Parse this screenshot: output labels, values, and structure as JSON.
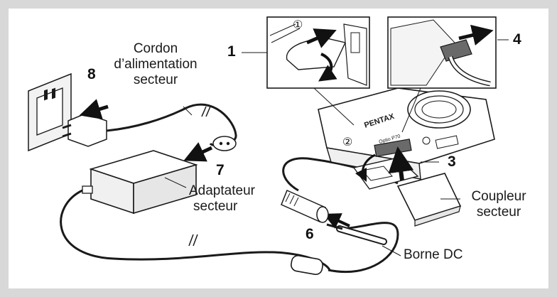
{
  "labels": {
    "power_cord_l1": "Cordon",
    "power_cord_l2": "d’alimentation",
    "power_cord_l3": "secteur",
    "adapter_l1": "Adaptateur",
    "adapter_l2": "secteur",
    "coupler_l1": "Coupleur",
    "coupler_l2": "secteur",
    "dc_terminal": "Borne DC",
    "camera_brand": "PENTAX",
    "camera_model": "Optio P70"
  },
  "steps": {
    "s1": "1",
    "s3": "3",
    "s4": "4",
    "s6": "6",
    "s7": "7",
    "s8": "8",
    "circle1": "①",
    "circle2": "②"
  },
  "colors": {
    "frame": "#d8d8d8",
    "line": "#1a1a1a",
    "fill_light": "#ffffff",
    "fill_shade": "#e6e6e6",
    "fill_dark": "#6a6a6a"
  }
}
